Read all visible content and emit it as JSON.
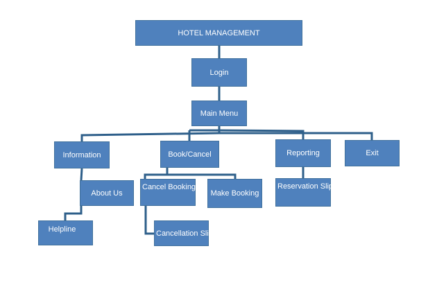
{
  "diagram": {
    "colors": {
      "box_fill": "#4f81bd",
      "box_border": "#41719c",
      "text": "#ffffff",
      "line": "#2e5f8a"
    },
    "nodes": {
      "hotel_management": "HOTEL MANAGEMENT",
      "login": "Login",
      "main_menu": "Main Menu",
      "information": "Information",
      "book_cancel": "Book/Cancel",
      "reporting": "Reporting",
      "exit": "Exit",
      "about_us": "About Us",
      "cancel_booking": "Cancel Booking",
      "make_booking": "Make Booking",
      "reservation_slip": "Reservation Slip",
      "helpline": "Helpline",
      "cancellation_slip": "Cancellation Slip"
    }
  }
}
